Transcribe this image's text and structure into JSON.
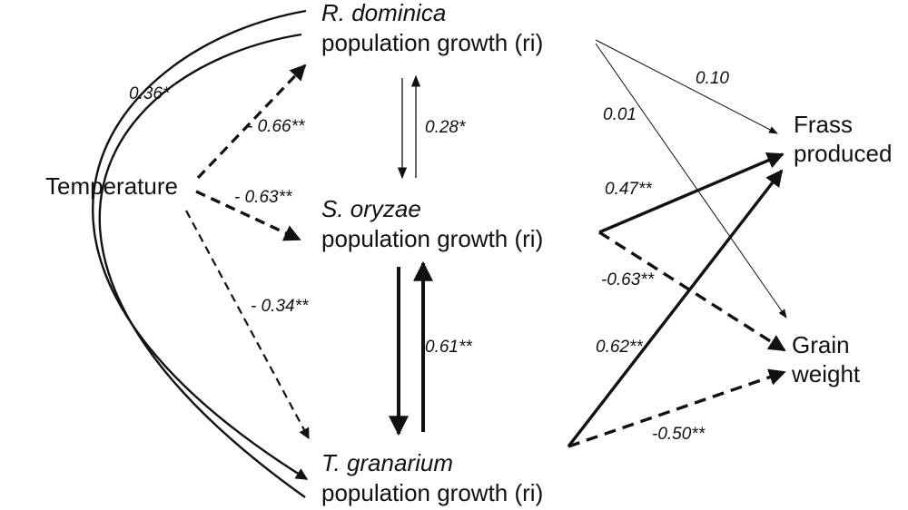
{
  "nodes": {
    "r_dominica": {
      "species": "R. dominica",
      "subtitle": "population growth (ri)"
    },
    "s_oryzae": {
      "species": "S. oryzae",
      "subtitle": "population growth (ri)"
    },
    "t_granarium": {
      "species": "T. granarium",
      "subtitle": "population growth (ri)"
    },
    "temperature": {
      "label": "Temperature"
    },
    "frass": {
      "line1": "Frass",
      "line2": "produced"
    },
    "grain": {
      "line1": "Grain",
      "line2": "weight"
    }
  },
  "edges": [
    {
      "id": "temp-to-rdominica",
      "coefficient": "- 0.66**",
      "style": "dashed",
      "weight": "medium"
    },
    {
      "id": "temp-to-soryzae",
      "coefficient": "- 0.63**",
      "style": "dashed",
      "weight": "heavy"
    },
    {
      "id": "temp-to-tgranarium",
      "coefficient": "- 0.34**",
      "style": "dashed",
      "weight": "light"
    },
    {
      "id": "rdominica-tgranarium-curve",
      "coefficient": "0.36*",
      "style": "solid",
      "weight": "double"
    },
    {
      "id": "rdominica-soryzae-pair",
      "coefficient": "0.28*",
      "style": "solid",
      "weight": "thin"
    },
    {
      "id": "soryzae-tgranarium-pair",
      "coefficient": "0.61**",
      "style": "solid",
      "weight": "heavy"
    },
    {
      "id": "rdominica-to-frass",
      "coefficient": "0.10",
      "style": "solid",
      "weight": "thin"
    },
    {
      "id": "rdominica-to-grain",
      "coefficient": "0.01",
      "style": "solid",
      "weight": "thin"
    },
    {
      "id": "soryzae-to-frass",
      "coefficient": "0.47**",
      "style": "solid",
      "weight": "heavy"
    },
    {
      "id": "soryzae-to-grain",
      "coefficient": "-0.63**",
      "style": "dashed",
      "weight": "heavy"
    },
    {
      "id": "tgranarium-to-frass",
      "coefficient": "0.62**",
      "style": "solid",
      "weight": "heavy"
    },
    {
      "id": "tgranarium-to-grain",
      "coefficient": "-0.50**",
      "style": "dashed",
      "weight": "heavy"
    }
  ],
  "colors": {
    "ink": "#111111",
    "background": "#ffffff"
  }
}
